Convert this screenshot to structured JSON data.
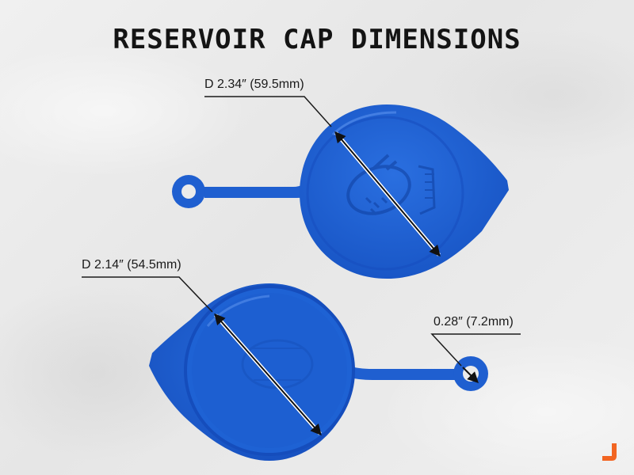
{
  "title": "RESERVOIR CAP DIMENSIONS",
  "dimensions": {
    "cap_top_diameter": "D 2.34″ (59.5mm)",
    "cap_bottom_diameter": "D 2.14″ (54.5mm)",
    "tether_hole": "0.28″ (7.2mm)"
  },
  "colors": {
    "cap_blue": "#1f5fd0",
    "cap_blue_dark": "#1448b0",
    "brand_orange": "#f26522",
    "annotation": "#1a1a1a"
  },
  "icons": {
    "cap_emblem": "windshield-washer-icon",
    "brand": "brand-logo-icon"
  }
}
